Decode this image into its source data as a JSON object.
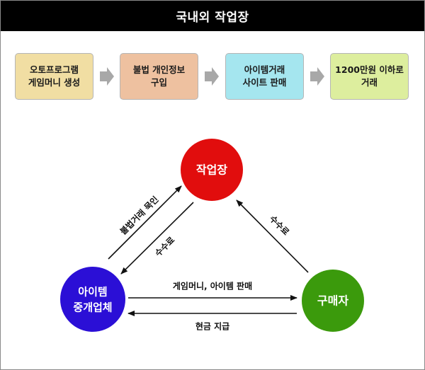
{
  "header": {
    "title": "국내외 작업장"
  },
  "flow_steps": [
    {
      "line1": "오토프로그램",
      "line2": "게임머니 생성"
    },
    {
      "line1": "불법 개인정보",
      "line2": "구입"
    },
    {
      "line1": "아이템거래",
      "line2": "사이트 판매"
    },
    {
      "line1": "1200만원 이하로",
      "line2": "거래"
    }
  ],
  "nodes": {
    "workshop": {
      "label": "작업장",
      "color": "#e10d0d"
    },
    "broker": {
      "line1": "아이템",
      "line2": "중개업체",
      "color": "#2b0fd6"
    },
    "buyer": {
      "label": "구매자",
      "color": "#3b9a0c"
    }
  },
  "edges": {
    "broker_to_workshop": "불법거래 묵인",
    "workshop_to_broker": "수수료",
    "buyer_to_workshop": "수수료",
    "broker_to_buyer": "게임머니, 아이템 판매",
    "buyer_to_broker": "현금 지급"
  },
  "colors": {
    "header_bg": "#000000",
    "flow_arrow": "#a8a8a8",
    "edge_line": "#111111"
  }
}
